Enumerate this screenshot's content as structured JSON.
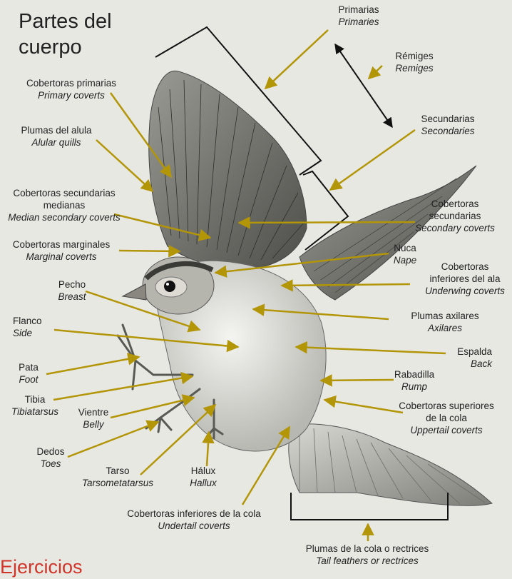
{
  "title_line1": "Partes del",
  "title_line2": "cuerpo",
  "footer_heading": "Ejercicios",
  "colors": {
    "arrow": "#b39508",
    "title": "#222222",
    "footer": "#d0352a",
    "bracket": "#111111"
  },
  "labels": [
    {
      "id": "primaries",
      "es": "Primarias",
      "en": "Primaries"
    },
    {
      "id": "remiges",
      "es": "Rémiges",
      "en": "Remiges"
    },
    {
      "id": "secondaries",
      "es": "Secundarias",
      "en": "Secondaries"
    },
    {
      "id": "primary-coverts",
      "es": "Cobertoras primarias",
      "en": "Primary coverts"
    },
    {
      "id": "alular-quills",
      "es": "Plumas del alula",
      "en": "Alular quills"
    },
    {
      "id": "median-coverts",
      "es": "Cobertoras secundarias\nmedianas",
      "en": "Median secondary coverts"
    },
    {
      "id": "secondary-coverts",
      "es": "Cobertoras\nsecundarias",
      "en": "Secondary coverts"
    },
    {
      "id": "marginal-coverts",
      "es": "Cobertoras marginales",
      "en": "Marginal coverts"
    },
    {
      "id": "nape",
      "es": "Nuca",
      "en": "Nape"
    },
    {
      "id": "underwing-coverts",
      "es": "Cobertoras\ninferiores del ala",
      "en": "Underwing coverts"
    },
    {
      "id": "breast",
      "es": "Pecho",
      "en": "Breast"
    },
    {
      "id": "axillaries",
      "es": "Plumas axilares",
      "en": "Axilares"
    },
    {
      "id": "side",
      "es": "Flanco",
      "en": "Side"
    },
    {
      "id": "back",
      "es": "Espalda",
      "en": "Back"
    },
    {
      "id": "foot",
      "es": "Pata",
      "en": "Foot"
    },
    {
      "id": "rump",
      "es": "Rabadilla",
      "en": "Rump"
    },
    {
      "id": "tibia",
      "es": "Tibia",
      "en": "Tibiatarsus"
    },
    {
      "id": "belly",
      "es": "Vientre",
      "en": "Belly"
    },
    {
      "id": "uppertail-coverts",
      "es": "Cobertoras superiores\nde la cola",
      "en": "Uppertail coverts"
    },
    {
      "id": "toes",
      "es": "Dedos",
      "en": "Toes"
    },
    {
      "id": "tarsus",
      "es": "Tarso",
      "en": "Tarsometatarsus"
    },
    {
      "id": "hallux",
      "es": "Hálux",
      "en": "Hallux"
    },
    {
      "id": "undertail-coverts",
      "es": "Cobertoras inferiores de la cola",
      "en": "Undertail coverts"
    },
    {
      "id": "tail-feathers",
      "es": "Plumas de la cola o rectrices",
      "en": "Tail feathers or rectrices"
    }
  ]
}
